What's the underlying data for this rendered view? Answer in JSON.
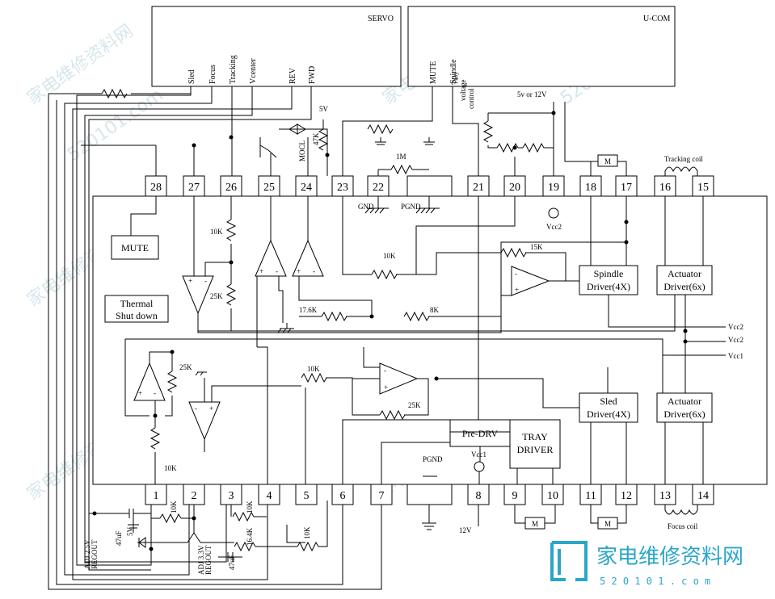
{
  "boxes": {
    "servo": "SERVO",
    "ucom": "U-COM",
    "mute": "MUTE",
    "thermal_line1": "Thermal",
    "thermal_line2": "Shut down",
    "spindle_line1": "Spindle",
    "spindle_line2": "Driver(4X)",
    "actuator_top_line1": "Actuator",
    "actuator_top_line2": "Driver(6x)",
    "sled_line1": "Sled",
    "sled_line2": "Driver(4X)",
    "actuator_bot_line1": "Actuator",
    "actuator_bot_line2": "Driver(6x)",
    "predrv": "Pre-DRV",
    "tray_line1": "TRAY",
    "tray_line2": "DRIVER"
  },
  "servo_signals": [
    "Sled",
    "Focus",
    "Tracking",
    "Vcenter",
    "REV",
    "FWD"
  ],
  "ucom_signals": [
    "MUTE",
    "Spindle"
  ],
  "top_pins": [
    "28",
    "27",
    "26",
    "25",
    "24",
    "23",
    "22",
    "21",
    "20",
    "19",
    "18",
    "17",
    "16",
    "15"
  ],
  "bottom_pins": [
    "1",
    "2",
    "3",
    "4",
    "5",
    "6",
    "7",
    "8",
    "9",
    "10",
    "11",
    "12",
    "13",
    "14"
  ],
  "labels": {
    "tray_voltage_1": "Tray",
    "tray_voltage_2": "voltage",
    "tray_voltage_3": "control",
    "supply_5v_12v": "5v or 12V",
    "tracking_coil": "Tracking coil",
    "focus_coil": "Focus coil",
    "gnd": "GND",
    "pgnd_top": "PGND",
    "pgnd_bottom": "PGND",
    "vcc2_pin": "Vcc2",
    "vcc2_a": "Vcc2",
    "vcc2_b": "Vcc2",
    "vcc1_right": "Vcc1",
    "vcc1_bottom": "Vcc1",
    "v12_bottom": "12V",
    "v5_top": "5V",
    "v5_bottom": "5V",
    "mocl": "MOCL",
    "motor": "M",
    "adj25_1": "ADJ 2.5V",
    "adj25_2": "REGOUT",
    "adj33_1": "ADJ 3.3V",
    "adj33_2": "REGOUT",
    "cap47a": "47uF",
    "cap47b": "47uF"
  },
  "resistors": {
    "r_1m": "1M",
    "r_10k_26": "10K",
    "r_25k_27": "25K",
    "r_10k_mid": "10K",
    "r_15k": "15K",
    "r_17_6k": "17.6K",
    "r_8k": "8K",
    "r_25k_left": "25K",
    "r_10k_sled": "10K",
    "r_25k_sled": "25K",
    "r_10k_pin1": "10K",
    "r_47k": "47K",
    "r_10k_b1": "10K",
    "r_10k_b2": "10K",
    "r_16_4k": "16.4K",
    "r_10k_b3": "10K"
  },
  "watermark": {
    "site_cn": "家电维修资料网",
    "site_url": "520101.com",
    "footer_url": "5 2 0 1 0 1 . c o m"
  },
  "colors": {
    "line": "#000000",
    "background": "#ffffff",
    "watermark": "#8fb8c9"
  }
}
